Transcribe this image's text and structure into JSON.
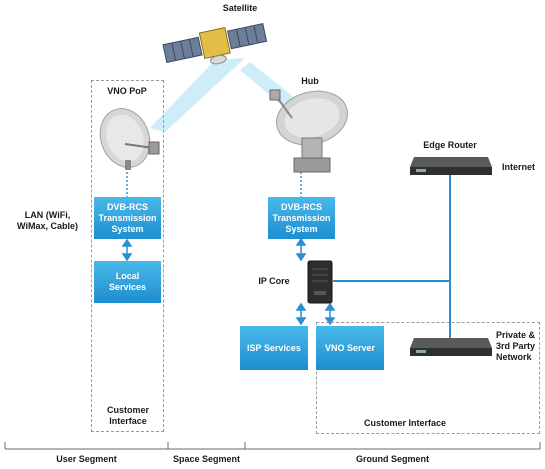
{
  "labels": {
    "satellite": "Satellite",
    "hub": "Hub",
    "vno_pop": "VNO PoP",
    "edge_router": "Edge Router",
    "internet": "Internet",
    "lan": "LAN (WiFi,\nWiMax, Cable)",
    "ip_core": "IP Core",
    "private_network": "Private &\n3rd Party\nNetwork",
    "customer_interface_left": "Customer\nInterface",
    "customer_interface_right": "Customer Interface"
  },
  "boxes": {
    "dvb_left": "DVB-RCS\nTransmission\nSystem",
    "local_services": "Local\nServices",
    "dvb_right": "DVB-RCS\nTransmission\nSystem",
    "isp_services": "ISP Services",
    "vno_server": "VNO Server"
  },
  "segments": {
    "user": "User Segment",
    "space": "Space Segment",
    "ground": "Ground Segment"
  },
  "colors": {
    "box_top": "#49b8ea",
    "box_bottom": "#1d8fd0",
    "link": "#2a8fd0",
    "dashed": "#9a9a9a"
  }
}
